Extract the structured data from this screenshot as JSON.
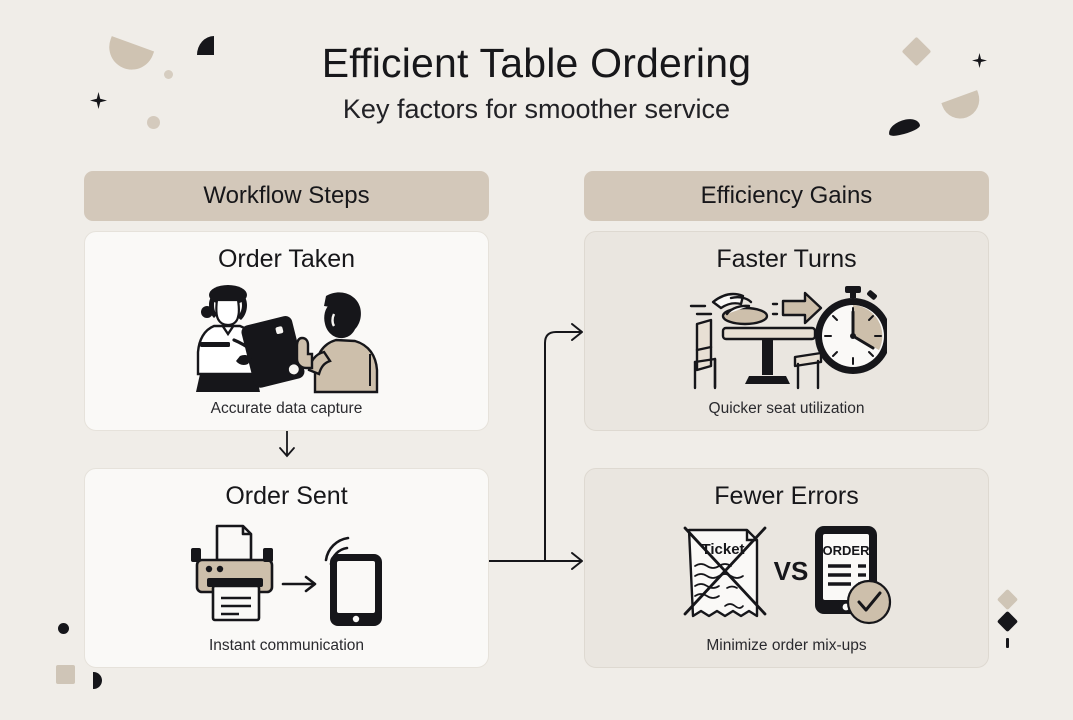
{
  "header": {
    "title": "Efficient Table Ordering",
    "subtitle": "Key factors for smoother service"
  },
  "colors": {
    "background": "#f0ede8",
    "header_band": "#d3c8ba",
    "card_left": "#faf9f7",
    "card_right": "#eae6e0",
    "accent_tan": "#cfc3b2",
    "ink": "#17171a"
  },
  "columns": [
    {
      "id": "workflow",
      "header": "Workflow Steps",
      "cards": [
        {
          "title": "Order Taken",
          "caption": "Accurate data capture",
          "icon": "server-with-tablet-and-customer-icon"
        },
        {
          "title": "Order Sent",
          "caption": "Instant communication",
          "icon": "printer-to-tablet-wireless-icon"
        }
      ]
    },
    {
      "id": "gains",
      "header": "Efficiency Gains",
      "cards": [
        {
          "title": "Faster Turns",
          "caption": "Quicker seat utilization",
          "icon": "table-cleanup-stopwatch-icon"
        },
        {
          "title": "Fewer Errors",
          "caption": "Minimize order mix-ups",
          "icon": "paper-ticket-vs-tablet-order-icon",
          "art_labels": {
            "ticket": "Ticket",
            "versus": "VS",
            "order": "ORDER"
          }
        }
      ]
    }
  ],
  "connectors": {
    "down_arrow": "order-taken-to-order-sent",
    "branch_arrow": "workflow-to-efficiency-gains"
  },
  "decorations": [
    "half-circle-tan",
    "quarter-circle-black",
    "dot-tan-small",
    "dot-tan",
    "star-black",
    "diamond-tan",
    "star-black-small",
    "half-circle-tan-right",
    "blob-black",
    "dot-black",
    "square-tan",
    "half-circle-black",
    "diamond-tan-right",
    "diamond-black-right",
    "dash-black"
  ]
}
